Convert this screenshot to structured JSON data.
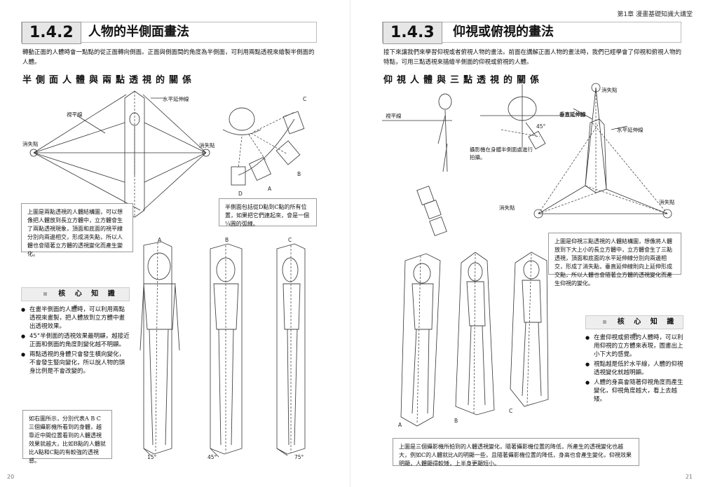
{
  "header_right": "第1章 漫畫基礎知識大講堂",
  "left": {
    "section_number": "1.4.2",
    "section_title": "人物的半側面畫法",
    "intro": "轉動正面的人體時會一點點的從正面轉向側面。正面與側面間的角度為半側面，可利用兩點透視來繪製半側面的人體。",
    "subheading": "半側面人體與兩點透視的關係",
    "labels": {
      "horizon_ext": "水平延伸線",
      "horizon_line": "視平線",
      "vp_left": "消失點",
      "vp_right": "消失點",
      "c": "C",
      "b": "B",
      "a": "A",
      "d": "D"
    },
    "note1": "上圖是兩點透視的人體結構圖，可以想像把人體放到長立方體中，立方體會生了兩點透視現象，頂面和底面的視平線分別向兩邊相交，形成消失點，所以人體也會隨著立方體的透視變化而產生變化。",
    "note2": "半側面包括從D點到C點的所有位置，如果把它們連起來，會是一個¼圓的弧線。",
    "fig_letters": [
      "A",
      "B",
      "C"
    ],
    "angles": [
      "15°",
      "45°",
      "75°"
    ],
    "knowledge_title": "核 心 知 識",
    "knowledge_items": [
      "在畫半側面的人體時，可以利用兩點透視來畫製，把人體放到立方體中畫出透視效果。",
      "45°半側面的透視效果最明顯，越接近正面和側面的角度則變化越不明顯。",
      "兩點透視的身體只會發生橫向變化，不會發生豎向變化，所以說人物的頭身比例是不會改變的。"
    ],
    "note3": "如右圖所示，分別代表A B C三個攝影機所看到的身體，越靠近中間位置看到的人體透視效果就越大，比如B點的人體就比A點和C點的有較強的透視感。",
    "page_number": "20"
  },
  "right": {
    "section_number": "1.4.3",
    "section_title": "仰視或俯視的畫法",
    "intro": "接下來讓我們來學習仰視或者俯視人物的畫法。前面在講解正面人物的畫法時，我們已經學會了仰視和俯視人物的特點，可用三點透視來描繪半側面的仰視或俯視的人體。",
    "subheading": "仰視人體與三點透視的關係",
    "labels": {
      "horizon_line": "視平線",
      "camera_note": "攝影機在身體半側面處進行拍攝。",
      "angle45": "45°",
      "vp_top": "消失點",
      "vertical_ext": "垂直延伸線",
      "horizon_ext": "水平延伸線",
      "vp_left": "消失點",
      "vp_right": "消失點"
    },
    "note1": "上圖是仰視三點透視的人體結構圖，想像將人體放到下大上小的長立方體中，立方體會生了三點透視，頂面和底面的水平延伸線分別向兩邊相交，形成了消失點，垂直延伸線則向上延伸形成交點，所以人體也會隨著立方體的透視變化而產生仰視的變化。",
    "fig_letters": [
      "A",
      "B",
      "C"
    ],
    "knowledge_title": "核 心 知 識",
    "knowledge_items": [
      "在畫仰視或俯視的人體時，可以利用仰視的立方體來表現，圖畫出上小下大的感覺。",
      "視點越是低於水平線，人體的仰視透視變化就越明顯。",
      "人體的身高會隨著仰視角度而產生變化，仰視角度越大，看上去越矮。"
    ],
    "note2": "上圖是三個攝影機所拍到的人體透視變化，隨著攝影機位置的降低，所產生的透視變化也越大，例如C的人體就比A的明顯一些，且隨著攝影機位置的降低，身高也會產生變化，仰視效果明顯，人體顯得較矮，上半身更顯短小。",
    "page_number": "21"
  }
}
